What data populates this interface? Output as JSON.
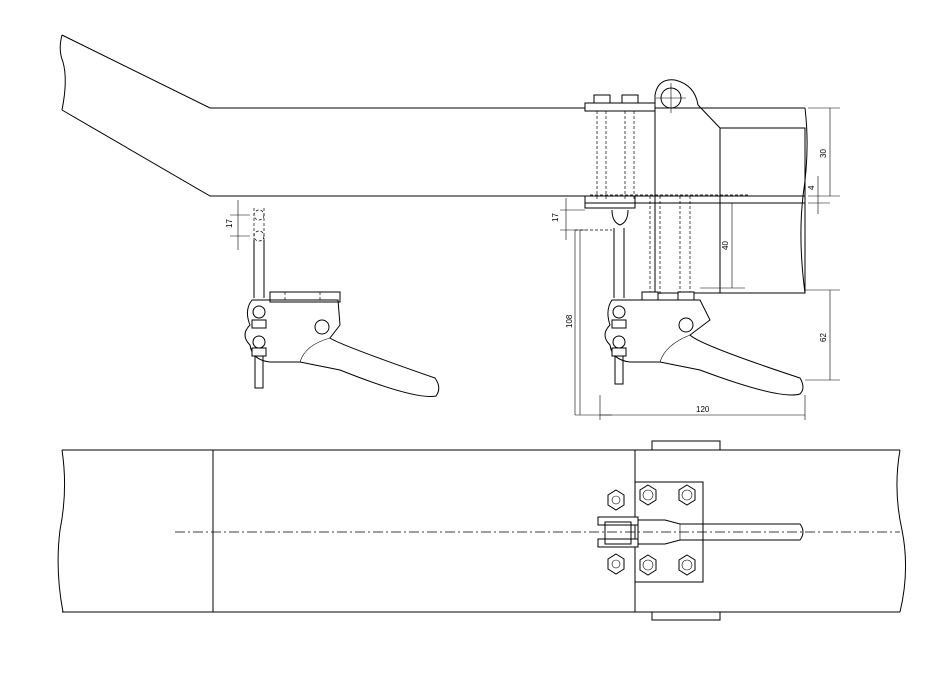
{
  "dimensions": {
    "d17_left": "17",
    "d17_right": "17",
    "d108": "108",
    "d120": "120",
    "d40": "40",
    "d62": "62",
    "d30": "30",
    "d4": "4"
  }
}
